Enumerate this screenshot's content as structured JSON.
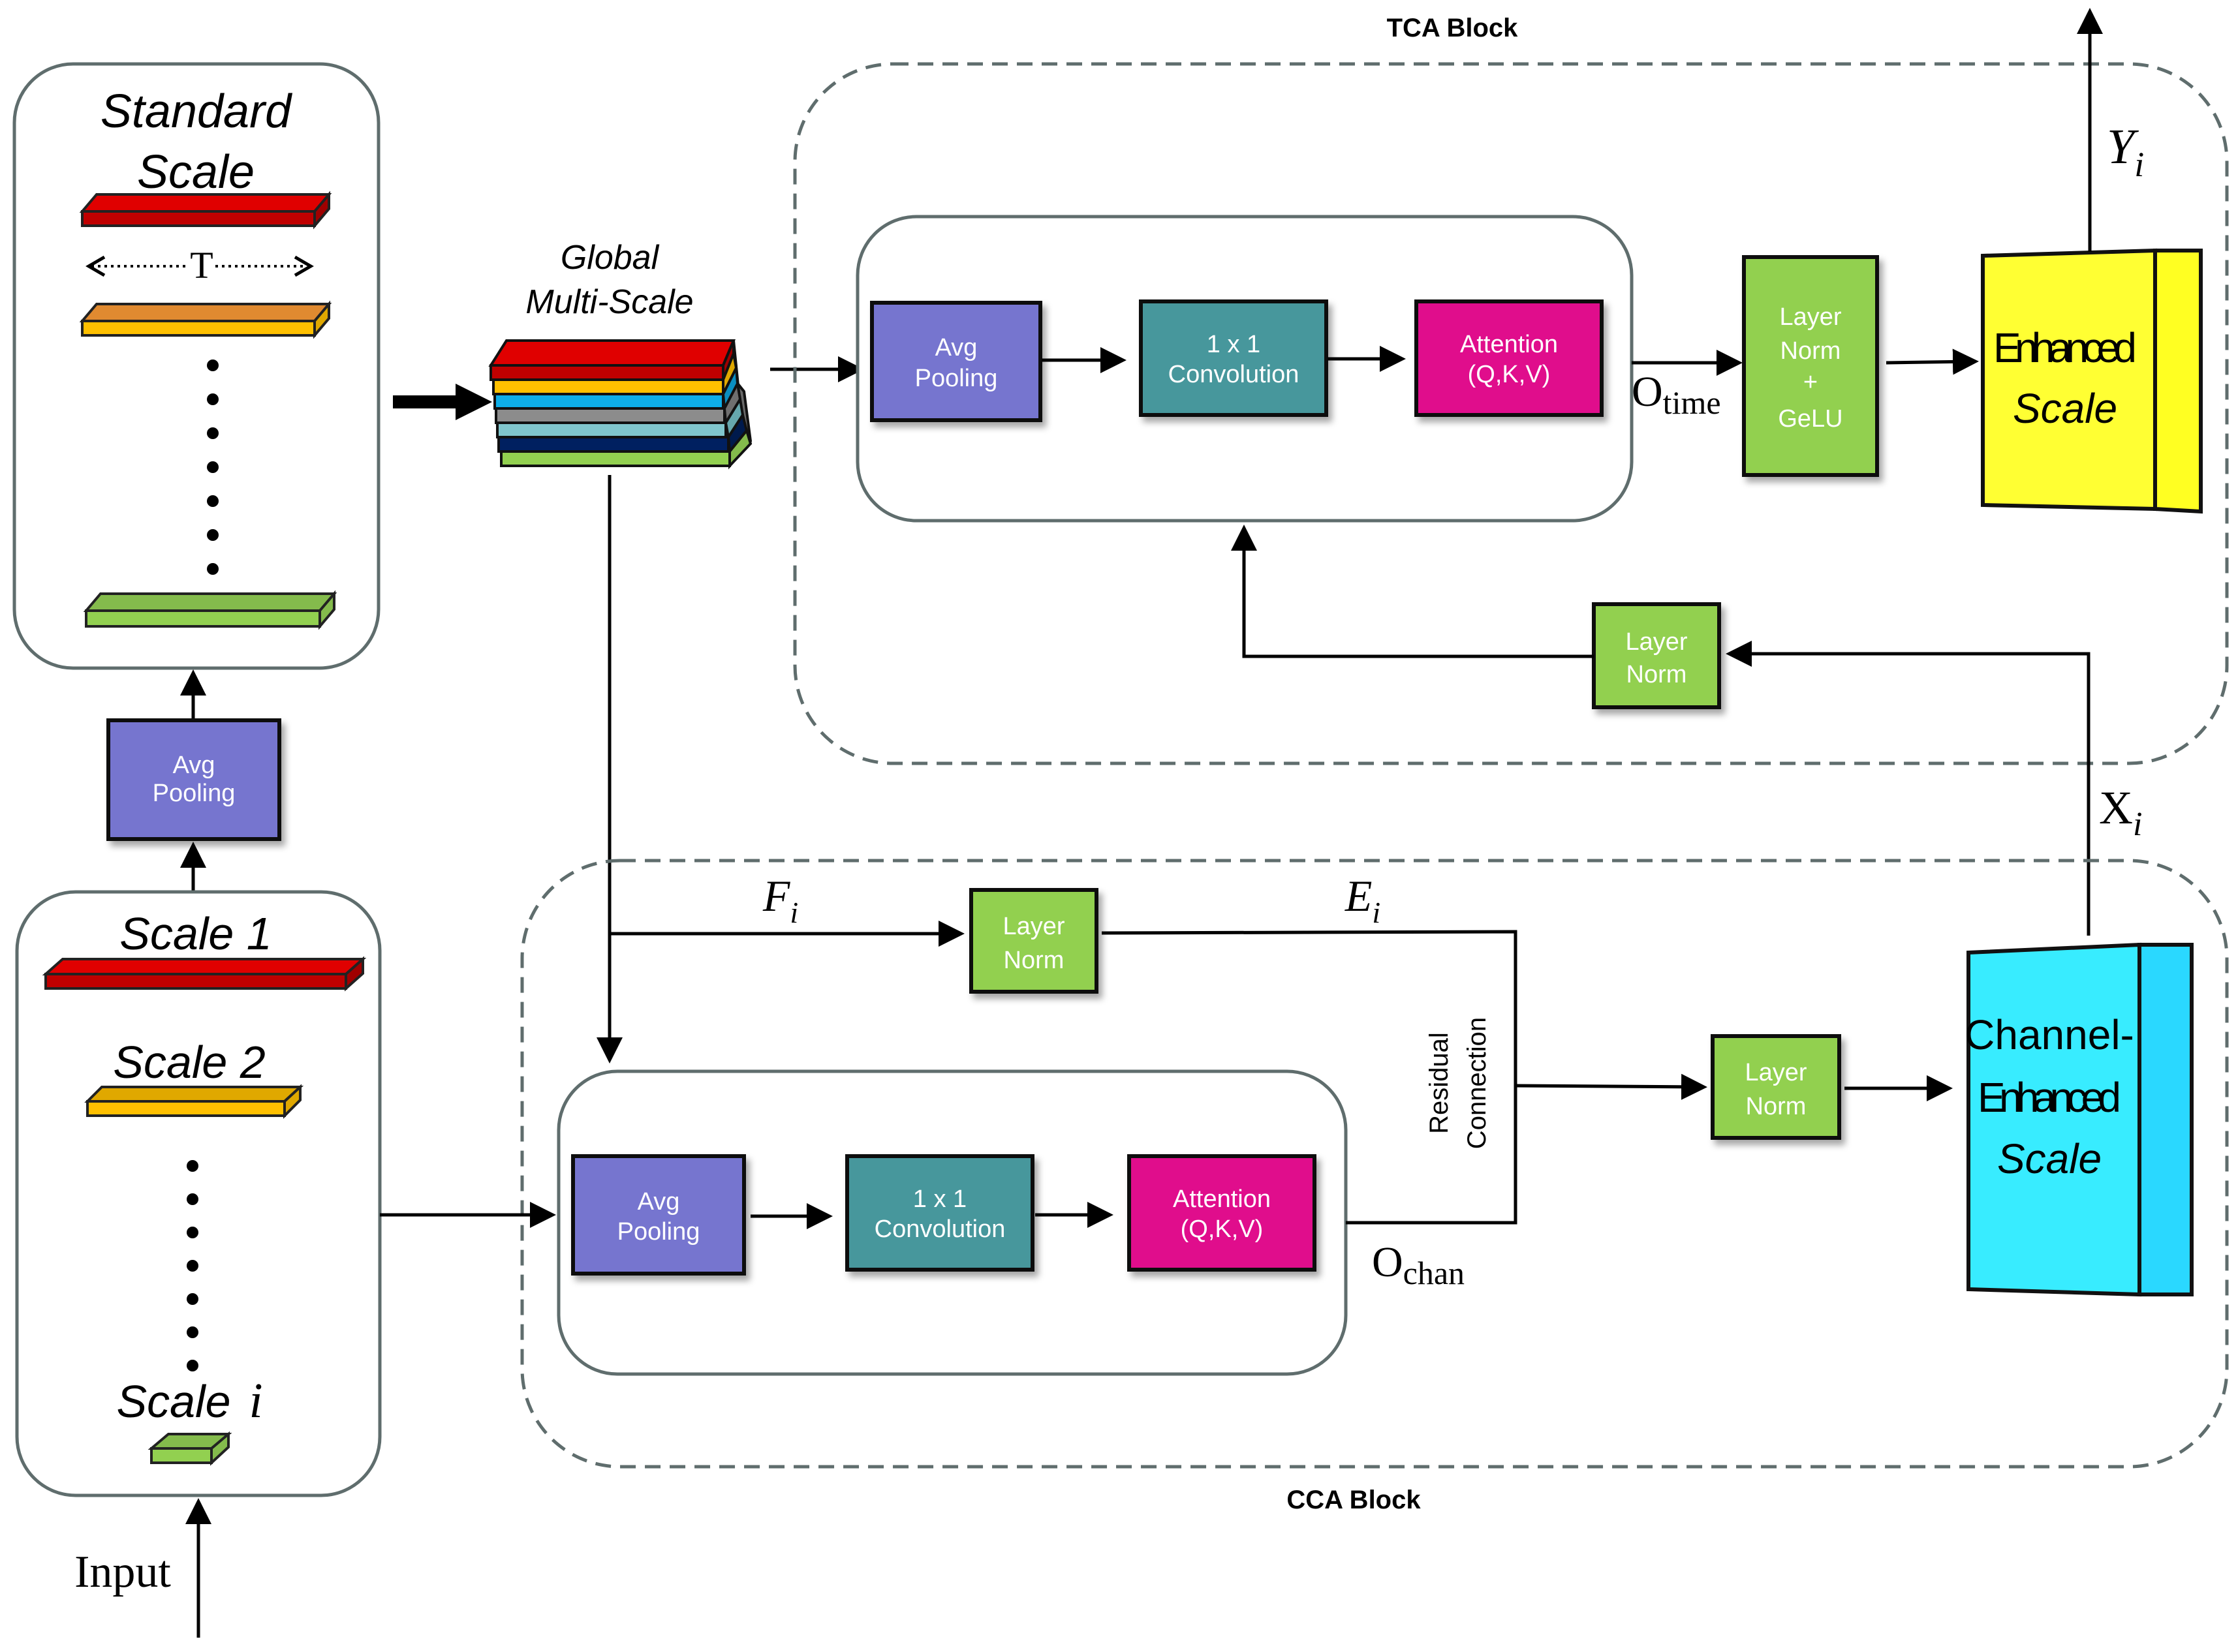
{
  "labels": {
    "standard_scale_line1": "Standard",
    "standard_scale_line2": "Scale",
    "T_label": "T",
    "global_line1": "Global",
    "global_line2": "Multi-Scale",
    "tca_block": "TCA Block",
    "cca_block": "CCA Block",
    "scale1": "Scale 1",
    "scale2": "Scale 2",
    "scale_i": "Scale",
    "scale_i_sym": "i",
    "input": "Input",
    "Y": "Y",
    "Y_sub": "i",
    "X": "X",
    "X_sub": "i",
    "F": "F",
    "F_sub": "i",
    "E": "E",
    "E_sub": "i",
    "O_time": "O",
    "O_time_sub": "time",
    "O_chan": "O",
    "O_chan_sub": "chan",
    "residual_line1": "Residual",
    "residual_line2": "Connection"
  },
  "boxes": {
    "avg_pool_left": [
      "Avg",
      "Pooling"
    ],
    "tca_avg": [
      "Avg",
      "Pooling"
    ],
    "tca_conv": [
      "1 x 1",
      "Convolution"
    ],
    "tca_attn": [
      "Attention",
      "(Q,K,V)"
    ],
    "tca_ln_gelu": [
      "Layer",
      "Norm",
      "+",
      "GeLU"
    ],
    "tca_ln": [
      "Layer",
      "Norm"
    ],
    "enhanced": [
      "Enhanced",
      "Scale"
    ],
    "cca_ln_top": [
      "Layer",
      "Norm"
    ],
    "cca_avg": [
      "Avg",
      "Pooling"
    ],
    "cca_conv": [
      "1 x 1",
      "Convolution"
    ],
    "cca_attn": [
      "Attention",
      "(Q,K,V)"
    ],
    "cca_ln_right": [
      "Layer",
      "Norm"
    ],
    "channel_enhanced": [
      "Channel-",
      "Enhanced",
      "Scale"
    ]
  },
  "colors": {
    "avg_pool": "#7674cf",
    "conv": "#46979c",
    "attention": "#e00b8c",
    "layer_norm": "#92d050",
    "enhanced": "#ffff33",
    "channel": "#33e6ff",
    "red": "#e00000",
    "orange": "#e08a30",
    "amber": "#e0a800",
    "yellow": "#ffc000",
    "blue": "#0eaee8",
    "gray": "#8c8c8c",
    "lightblue": "#80c6cd",
    "navy": "#002060",
    "green": "#84bb4c"
  }
}
